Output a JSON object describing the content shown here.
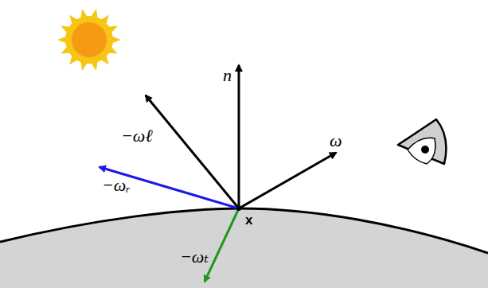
{
  "diagram": {
    "labels": [
      "n",
      "−ωℓ",
      "ω",
      "−ωᵣ",
      "x",
      "−ωₜ"
    ]
  }
}
